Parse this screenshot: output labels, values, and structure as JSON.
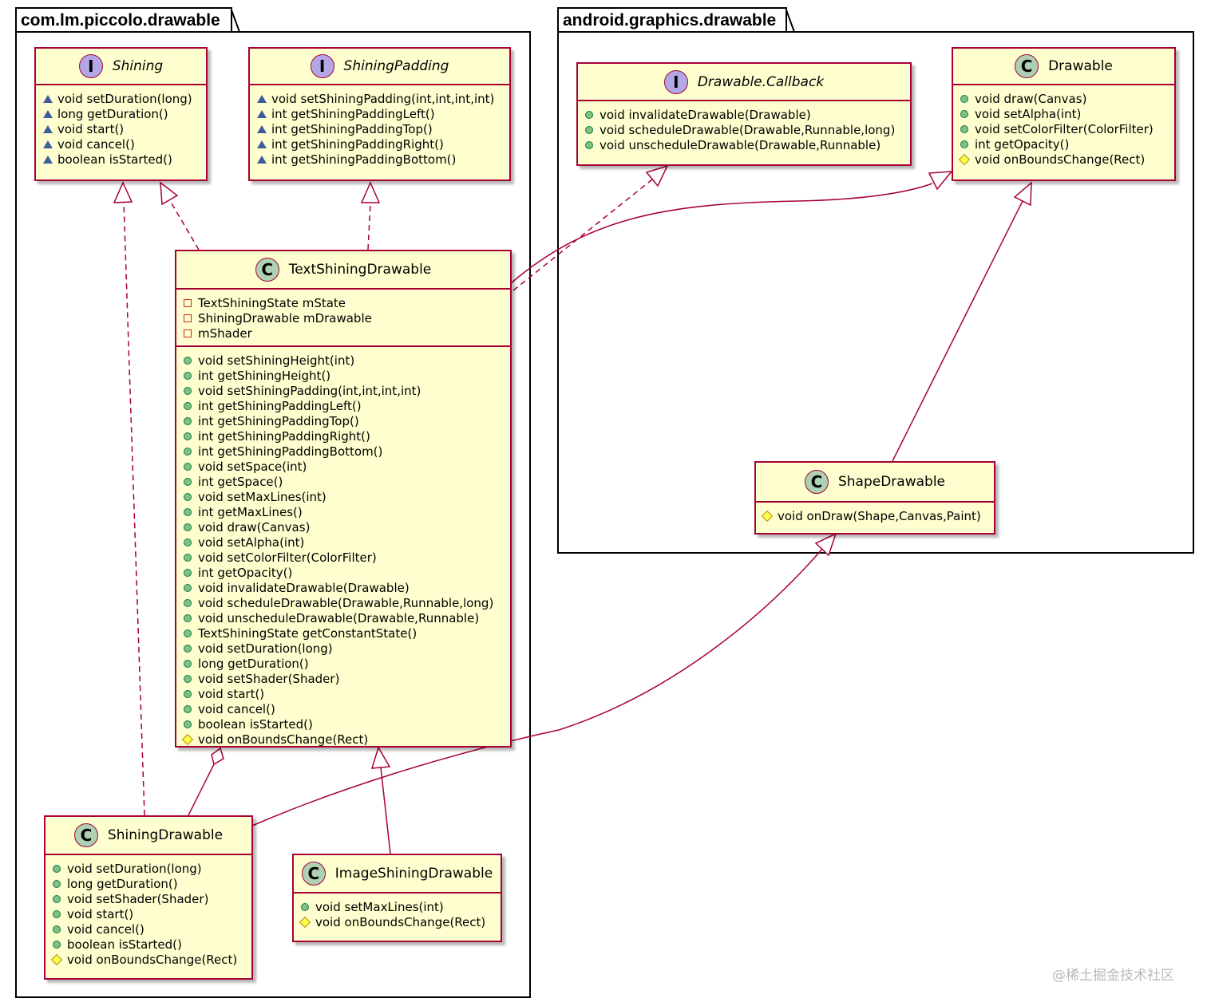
{
  "packages": [
    {
      "name": "com.lm.piccolo.drawable"
    },
    {
      "name": "android.graphics.drawable"
    }
  ],
  "classes": [
    {
      "id": "shining",
      "kind": "interface",
      "stereotype": "I",
      "name": "Shining",
      "abstract": true,
      "attributes": [],
      "methods": [
        {
          "vis": "package",
          "text": "void setDuration(long)"
        },
        {
          "vis": "package",
          "text": "long getDuration()"
        },
        {
          "vis": "package",
          "text": "void start()"
        },
        {
          "vis": "package",
          "text": "void cancel()"
        },
        {
          "vis": "package",
          "text": "boolean isStarted()"
        }
      ]
    },
    {
      "id": "shining-padding",
      "kind": "interface",
      "stereotype": "I",
      "name": "ShiningPadding",
      "abstract": true,
      "attributes": [],
      "methods": [
        {
          "vis": "package",
          "text": "void setShiningPadding(int,int,int,int)"
        },
        {
          "vis": "package",
          "text": "int getShiningPaddingLeft()"
        },
        {
          "vis": "package",
          "text": "int getShiningPaddingTop()"
        },
        {
          "vis": "package",
          "text": "int getShiningPaddingRight()"
        },
        {
          "vis": "package",
          "text": "int getShiningPaddingBottom()"
        }
      ]
    },
    {
      "id": "text-shining-drawable",
      "kind": "class",
      "stereotype": "C",
      "name": "TextShiningDrawable",
      "abstract": false,
      "attributes": [
        {
          "vis": "private",
          "text": "TextShiningState mState"
        },
        {
          "vis": "private",
          "text": "ShiningDrawable mDrawable"
        },
        {
          "vis": "private",
          "text": "mShader"
        }
      ],
      "methods": [
        {
          "vis": "public",
          "text": "void setShiningHeight(int)"
        },
        {
          "vis": "public",
          "text": "int getShiningHeight()"
        },
        {
          "vis": "public",
          "text": "void setShiningPadding(int,int,int,int)"
        },
        {
          "vis": "public",
          "text": "int getShiningPaddingLeft()"
        },
        {
          "vis": "public",
          "text": "int getShiningPaddingTop()"
        },
        {
          "vis": "public",
          "text": "int getShiningPaddingRight()"
        },
        {
          "vis": "public",
          "text": "int getShiningPaddingBottom()"
        },
        {
          "vis": "public",
          "text": "void setSpace(int)"
        },
        {
          "vis": "public",
          "text": "int getSpace()"
        },
        {
          "vis": "public",
          "text": "void setMaxLines(int)"
        },
        {
          "vis": "public",
          "text": "int getMaxLines()"
        },
        {
          "vis": "public",
          "text": "void draw(Canvas)"
        },
        {
          "vis": "public",
          "text": "void setAlpha(int)"
        },
        {
          "vis": "public",
          "text": "void setColorFilter(ColorFilter)"
        },
        {
          "vis": "public",
          "text": "int getOpacity()"
        },
        {
          "vis": "public",
          "text": "void invalidateDrawable(Drawable)"
        },
        {
          "vis": "public",
          "text": "void scheduleDrawable(Drawable,Runnable,long)"
        },
        {
          "vis": "public",
          "text": "void unscheduleDrawable(Drawable,Runnable)"
        },
        {
          "vis": "public",
          "text": "TextShiningState getConstantState()"
        },
        {
          "vis": "public",
          "text": "void setDuration(long)"
        },
        {
          "vis": "public",
          "text": "long getDuration()"
        },
        {
          "vis": "public",
          "text": "void setShader(Shader)"
        },
        {
          "vis": "public",
          "text": "void start()"
        },
        {
          "vis": "public",
          "text": "void cancel()"
        },
        {
          "vis": "public",
          "text": "boolean isStarted()"
        },
        {
          "vis": "protected",
          "text": "void onBoundsChange(Rect)"
        }
      ]
    },
    {
      "id": "shining-drawable",
      "kind": "class",
      "stereotype": "C",
      "name": "ShiningDrawable",
      "abstract": false,
      "attributes": [],
      "methods": [
        {
          "vis": "public",
          "text": "void setDuration(long)"
        },
        {
          "vis": "public",
          "text": "long getDuration()"
        },
        {
          "vis": "public",
          "text": "void setShader(Shader)"
        },
        {
          "vis": "public",
          "text": "void start()"
        },
        {
          "vis": "public",
          "text": "void cancel()"
        },
        {
          "vis": "public",
          "text": "boolean isStarted()"
        },
        {
          "vis": "protected",
          "text": "void onBoundsChange(Rect)"
        }
      ]
    },
    {
      "id": "image-shining-drawable",
      "kind": "class",
      "stereotype": "C",
      "name": "ImageShiningDrawable",
      "abstract": false,
      "attributes": [],
      "methods": [
        {
          "vis": "public",
          "text": "void setMaxLines(int)"
        },
        {
          "vis": "protected",
          "text": "void onBoundsChange(Rect)"
        }
      ]
    },
    {
      "id": "drawable-callback",
      "kind": "interface",
      "stereotype": "I",
      "name": "Drawable.Callback",
      "abstract": true,
      "attributes": [],
      "methods": [
        {
          "vis": "public",
          "text": "void invalidateDrawable(Drawable)"
        },
        {
          "vis": "public",
          "text": "void scheduleDrawable(Drawable,Runnable,long)"
        },
        {
          "vis": "public",
          "text": "void unscheduleDrawable(Drawable,Runnable)"
        }
      ]
    },
    {
      "id": "drawable",
      "kind": "class",
      "stereotype": "C",
      "name": "Drawable",
      "abstract": false,
      "attributes": [],
      "methods": [
        {
          "vis": "public",
          "text": "void draw(Canvas)"
        },
        {
          "vis": "public",
          "text": "void setAlpha(int)"
        },
        {
          "vis": "public",
          "text": "void setColorFilter(ColorFilter)"
        },
        {
          "vis": "public",
          "text": "int getOpacity()"
        },
        {
          "vis": "protected",
          "text": "void onBoundsChange(Rect)"
        }
      ]
    },
    {
      "id": "shape-drawable",
      "kind": "class",
      "stereotype": "C",
      "name": "ShapeDrawable",
      "abstract": false,
      "attributes": [],
      "methods": [
        {
          "vis": "protected",
          "text": "void onDraw(Shape,Canvas,Paint)"
        }
      ]
    }
  ],
  "relations": [
    {
      "from": "text-shining-drawable",
      "to": "shining",
      "type": "realization"
    },
    {
      "from": "text-shining-drawable",
      "to": "shining-padding",
      "type": "realization"
    },
    {
      "from": "text-shining-drawable",
      "to": "drawable-callback",
      "type": "realization"
    },
    {
      "from": "text-shining-drawable",
      "to": "drawable",
      "type": "generalization"
    },
    {
      "from": "shining-drawable",
      "to": "shining",
      "type": "realization"
    },
    {
      "from": "shining-drawable",
      "to": "shape-drawable",
      "type": "generalization"
    },
    {
      "from": "shape-drawable",
      "to": "drawable",
      "type": "generalization"
    },
    {
      "from": "image-shining-drawable",
      "to": "text-shining-drawable",
      "type": "generalization"
    },
    {
      "from": "shining-drawable",
      "to": "text-shining-drawable",
      "type": "aggregation"
    }
  ],
  "colors": {
    "class_fill": "#fefece",
    "class_border": "#a80036",
    "arrow": "#a80036",
    "interface_badge": "#b4a7e5",
    "class_badge": "#add1b2"
  },
  "watermark": "@稀土掘金技术社区"
}
